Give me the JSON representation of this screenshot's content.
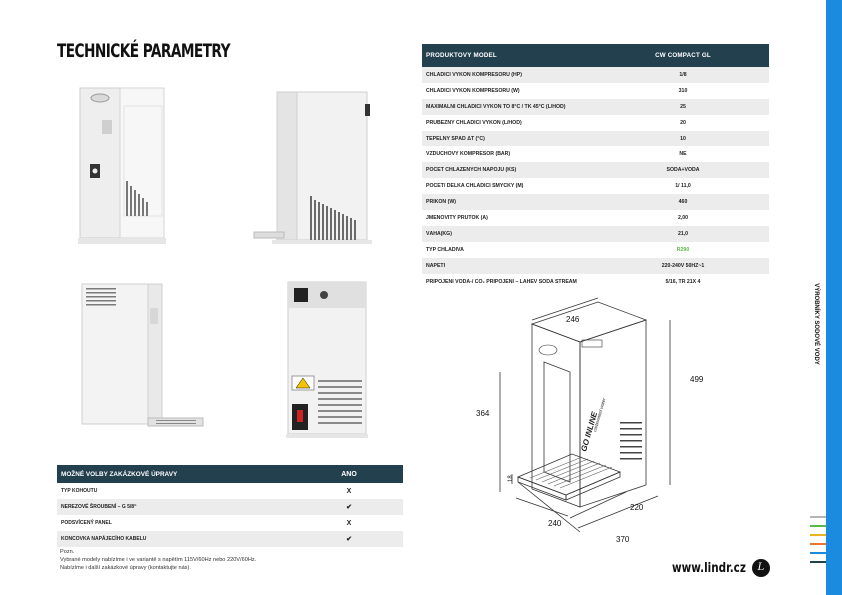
{
  "title": "TECHNICKÉ PARAMETRY",
  "spec": {
    "header_label": "PRODUKTOVÝ MODEL",
    "header_value": "CW COMPACT GL",
    "rows": [
      {
        "label": "CHLADICÍ VÝKON KOMPRESORU (HP)",
        "value": "1/8"
      },
      {
        "label": "CHLADICÍ VÝKON KOMPRESORU (W)",
        "value": "310"
      },
      {
        "label": "MAXIMÁLNÍ CHLADICÍ VÝKON TO 8°C / TK 45°C (L/HOD)",
        "value": "25"
      },
      {
        "label": " PRŮBĚŽNÝ CHLADICÍ VÝKON (L/HOD)",
        "value": "20"
      },
      {
        "label": "TEPELNÝ SPÁD ΔT (°C)",
        "value": "10"
      },
      {
        "label": "VZDUCHOVÝ KOMPRESOR (BAR)",
        "value": "NE"
      },
      {
        "label": "POČET CHLAZENÝCH NÁPOJŮ (KS)",
        "value": "SODA+VODA"
      },
      {
        "label": "POČET/ DÉLKA CHLADICÍ SMYČKY (M)",
        "value": "1/ 11,0"
      },
      {
        "label": "PŘÍKON (W)",
        "value": "460"
      },
      {
        "label": "JMENOVITÝ PRŮTOK (A)",
        "value": "2,00"
      },
      {
        "label": "VÁHA(KG)",
        "value": "21,0"
      },
      {
        "label": "TYP CHLADIVA",
        "value": "R290"
      },
      {
        "label": "NAPĚTÍ",
        "value": "220-240V 50HZ~1"
      },
      {
        "label": "PŘIPOJENÍ VODA-/ CO₂ PŘIPOJENÍ – LÁHEV SODA STREAM",
        "value": "5/16, TR 21X 4"
      }
    ]
  },
  "options": {
    "header_label": "MOŽNÉ VOLBY ZAKÁZKOVÉ ÚPRAVY",
    "header_value": "ANO",
    "rows": [
      {
        "label": "TYP KOHOUTU",
        "value": "X"
      },
      {
        "label": "NEREZOVÉ ŠROUBENÍ – G 5/8“",
        "value": "✔"
      },
      {
        "label": "PODSVÍCENÝ PANEL",
        "value": "X"
      },
      {
        "label": "KONCOVKA NAPÁJECÍHO KABELU",
        "value": "✔"
      }
    ]
  },
  "notes": {
    "line1": "Pozn.",
    "line2": "Vybrané modely nabízíme i ve variantě s napětím 115V/60Hz nebo 220V/60Hz.",
    "line3": "Nabízíme i další zakázkové úpravy (kontaktujte nás)."
  },
  "diagram": {
    "dim_top": "246",
    "dim_right": "499",
    "dim_left": "364",
    "dim_drip": "18",
    "dim_front": "240",
    "dim_depth": "220",
    "dim_base": "370",
    "panel_text": "GO INLINE",
    "panel_sub": "carbonated water"
  },
  "side_label": "VÝROBNÍKY SODOVÉ VODY",
  "website": "www.lindr.cz",
  "logo_letter": "L",
  "colors": {
    "header_bg": "#23404f",
    "accent_blue": "#1b8be0",
    "refrigerant_green": "#58b947",
    "stripes": [
      "#b6b6b6",
      "#58b947",
      "#e8b31e",
      "#e8762d",
      "#1b8be0",
      "#23404f"
    ]
  }
}
